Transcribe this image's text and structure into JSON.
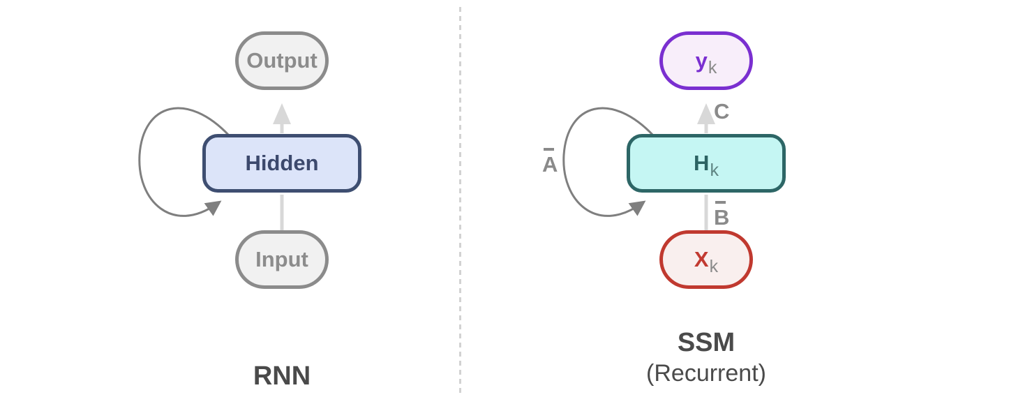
{
  "background_color": "#ffffff",
  "divider_color": "#d2d2d2",
  "rnn": {
    "title": "RNN",
    "nodes": {
      "output": {
        "label": "Output",
        "border_color": "#8b8b8b",
        "fill_color": "#f1f1f1",
        "text_color": "#8c8c8c",
        "shape": "pill"
      },
      "hidden": {
        "label": "Hidden",
        "border_color": "#3e4e71",
        "fill_color": "#dce4f9",
        "text_color": "#3c496d",
        "shape": "rounded-rect"
      },
      "input": {
        "label": "Input",
        "border_color": "#8b8b8b",
        "fill_color": "#f1f1f1",
        "text_color": "#8c8c8c",
        "shape": "pill"
      }
    },
    "edges": [
      {
        "from": "input",
        "to": "hidden",
        "style": "light-gray-line"
      },
      {
        "from": "hidden",
        "to": "output",
        "style": "light-gray-arrow"
      },
      {
        "from": "hidden",
        "to": "hidden",
        "style": "gray-self-loop-left"
      }
    ]
  },
  "ssm": {
    "title": "SSM",
    "subtitle": "(Recurrent)",
    "nodes": {
      "y": {
        "main": "y",
        "sub": "k",
        "border_color": "#7a2fd0",
        "fill_color": "#f8eefa",
        "text_color": "#7a2fd0",
        "shape": "pill"
      },
      "h": {
        "main": "H",
        "sub": "k",
        "border_color": "#2d6666",
        "fill_color": "#c5f6f3",
        "text_color": "#2c6363",
        "shape": "rounded-rect"
      },
      "x": {
        "main": "X",
        "sub": "k",
        "border_color": "#c0392f",
        "fill_color": "#f9efee",
        "text_color": "#c23a31",
        "shape": "pill"
      }
    },
    "edge_labels": {
      "c": "C",
      "b": "B",
      "b_has_overbar": true,
      "a": "A",
      "a_has_overbar": true
    },
    "edges": [
      {
        "from": "x",
        "to": "h",
        "label": "B̄",
        "style": "light-gray-line"
      },
      {
        "from": "h",
        "to": "y",
        "label": "C",
        "style": "light-gray-arrow"
      },
      {
        "from": "h",
        "to": "h",
        "label": "Ā",
        "style": "gray-self-loop-left"
      }
    ]
  },
  "arrow_colors": {
    "straight": "#d8d8d8",
    "loop": "#7f7f7f",
    "edge_label_text": "#8a8a8a"
  },
  "title_color": "#4a4a4a"
}
